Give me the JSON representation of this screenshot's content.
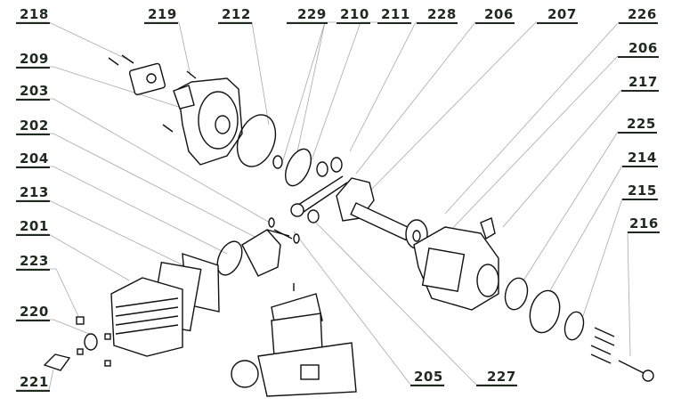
{
  "diagram": {
    "title": "Engine exploded view",
    "colors": {
      "ink": "#1e2a1e",
      "leader": "#a8a8a8",
      "part": "#111111"
    },
    "labels": [
      {
        "id": "l218",
        "text": "218"
      },
      {
        "id": "l219",
        "text": "219"
      },
      {
        "id": "l212",
        "text": "212"
      },
      {
        "id": "l229",
        "text": "229"
      },
      {
        "id": "l210",
        "text": "210"
      },
      {
        "id": "l211",
        "text": "211"
      },
      {
        "id": "l228",
        "text": "228"
      },
      {
        "id": "l206a",
        "text": "206"
      },
      {
        "id": "l207",
        "text": "207"
      },
      {
        "id": "l226",
        "text": "226"
      },
      {
        "id": "l206b",
        "text": "206"
      },
      {
        "id": "l217",
        "text": "217"
      },
      {
        "id": "l209",
        "text": "209"
      },
      {
        "id": "l203",
        "text": "203"
      },
      {
        "id": "l202",
        "text": "202"
      },
      {
        "id": "l204",
        "text": "204"
      },
      {
        "id": "l213",
        "text": "213"
      },
      {
        "id": "l201",
        "text": "201"
      },
      {
        "id": "l223",
        "text": "223"
      },
      {
        "id": "l220",
        "text": "220"
      },
      {
        "id": "l221",
        "text": "221"
      },
      {
        "id": "l225",
        "text": "225"
      },
      {
        "id": "l214",
        "text": "214"
      },
      {
        "id": "l215",
        "text": "215"
      },
      {
        "id": "l216",
        "text": "216"
      },
      {
        "id": "l205",
        "text": "205"
      },
      {
        "id": "l227",
        "text": "227"
      }
    ]
  }
}
